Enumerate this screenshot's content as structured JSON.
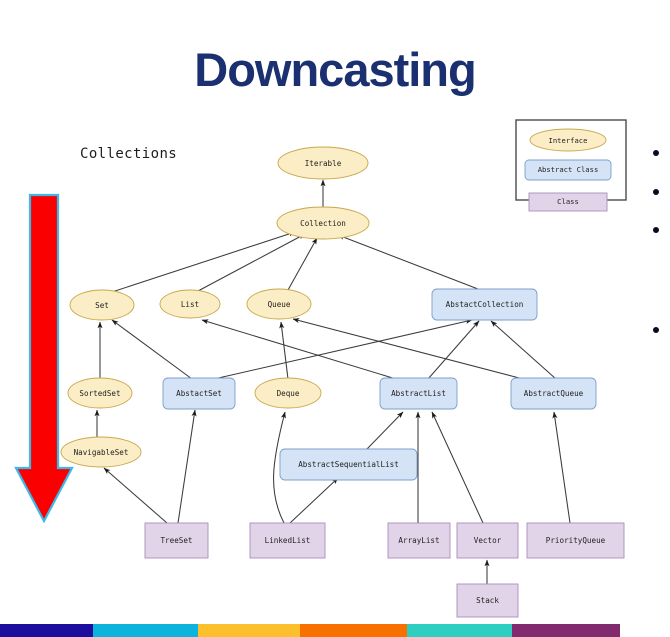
{
  "slide": {
    "title": "Downcasting",
    "title_color": "#1a3070",
    "background": "#ffffff"
  },
  "diagram": {
    "caption": "Collections",
    "legend": {
      "items": [
        {
          "label": "Interface",
          "shape": "ellipse",
          "fill": "#fbeec6",
          "stroke": "#c8a84b"
        },
        {
          "label": "Abstract Class",
          "shape": "roundrect",
          "fill": "#d5e3f7",
          "stroke": "#7d9dc9"
        },
        {
          "label": "Class",
          "shape": "rect",
          "fill": "#e2d4e8",
          "stroke": "#a98cba"
        }
      ]
    },
    "nodes": [
      {
        "id": "iterable",
        "label": "Iterable",
        "kind": "interface"
      },
      {
        "id": "collection",
        "label": "Collection",
        "kind": "interface"
      },
      {
        "id": "set",
        "label": "Set",
        "kind": "interface"
      },
      {
        "id": "list",
        "label": "List",
        "kind": "interface"
      },
      {
        "id": "queue",
        "label": "Queue",
        "kind": "interface"
      },
      {
        "id": "abstactcollection",
        "label": "AbstactCollection",
        "kind": "abstract"
      },
      {
        "id": "sortedset",
        "label": "SortedSet",
        "kind": "interface"
      },
      {
        "id": "abstactset",
        "label": "AbstactSet",
        "kind": "abstract"
      },
      {
        "id": "deque",
        "label": "Deque",
        "kind": "interface"
      },
      {
        "id": "abstractlist",
        "label": "AbstractList",
        "kind": "abstract"
      },
      {
        "id": "abstractqueue",
        "label": "AbstractQueue",
        "kind": "abstract"
      },
      {
        "id": "navigableset",
        "label": "NavigableSet",
        "kind": "interface"
      },
      {
        "id": "abstractsequentiallist",
        "label": "AbstractSequentialList",
        "kind": "abstract"
      },
      {
        "id": "treeset",
        "label": "TreeSet",
        "kind": "class"
      },
      {
        "id": "linkedlist",
        "label": "LinkedList",
        "kind": "class"
      },
      {
        "id": "arraylist",
        "label": "ArrayList",
        "kind": "class"
      },
      {
        "id": "vector",
        "label": "Vector",
        "kind": "class"
      },
      {
        "id": "priorityqueue",
        "label": "PriorityQueue",
        "kind": "class"
      },
      {
        "id": "stack",
        "label": "Stack",
        "kind": "class"
      }
    ],
    "edges": [
      {
        "from": "collection",
        "to": "iterable"
      },
      {
        "from": "set",
        "to": "collection"
      },
      {
        "from": "list",
        "to": "collection"
      },
      {
        "from": "queue",
        "to": "collection"
      },
      {
        "from": "abstactcollection",
        "to": "collection"
      },
      {
        "from": "sortedset",
        "to": "set"
      },
      {
        "from": "abstactset",
        "to": "set"
      },
      {
        "from": "abstactset",
        "to": "abstactcollection"
      },
      {
        "from": "abstractlist",
        "to": "list"
      },
      {
        "from": "abstractlist",
        "to": "abstactcollection"
      },
      {
        "from": "deque",
        "to": "queue"
      },
      {
        "from": "abstractqueue",
        "to": "queue"
      },
      {
        "from": "abstractqueue",
        "to": "abstactcollection"
      },
      {
        "from": "navigableset",
        "to": "sortedset"
      },
      {
        "from": "treeset",
        "to": "navigableset"
      },
      {
        "from": "treeset",
        "to": "abstactset"
      },
      {
        "from": "abstractsequentiallist",
        "to": "abstractlist"
      },
      {
        "from": "linkedlist",
        "to": "abstractsequentiallist"
      },
      {
        "from": "linkedlist",
        "to": "deque"
      },
      {
        "from": "arraylist",
        "to": "abstractlist"
      },
      {
        "from": "vector",
        "to": "abstractlist"
      },
      {
        "from": "priorityqueue",
        "to": "abstractqueue"
      },
      {
        "from": "stack",
        "to": "vector"
      }
    ]
  },
  "red_arrow": {
    "direction": "down",
    "fill": "#fb0000",
    "stroke": "#3db8e8"
  },
  "bullets": {
    "color": "#0a0a23",
    "count": 4
  },
  "footer_bar": {
    "segments": [
      {
        "color": "#1d0f9e",
        "width": 93
      },
      {
        "color": "#0bb3dd",
        "width": 105
      },
      {
        "color": "#fcc02c",
        "width": 102
      },
      {
        "color": "#f87000",
        "width": 107
      },
      {
        "color": "#2ecfc0",
        "width": 105
      },
      {
        "color": "#812a6e",
        "width": 108
      },
      {
        "color": "#ffffff",
        "width": 50
      }
    ]
  }
}
